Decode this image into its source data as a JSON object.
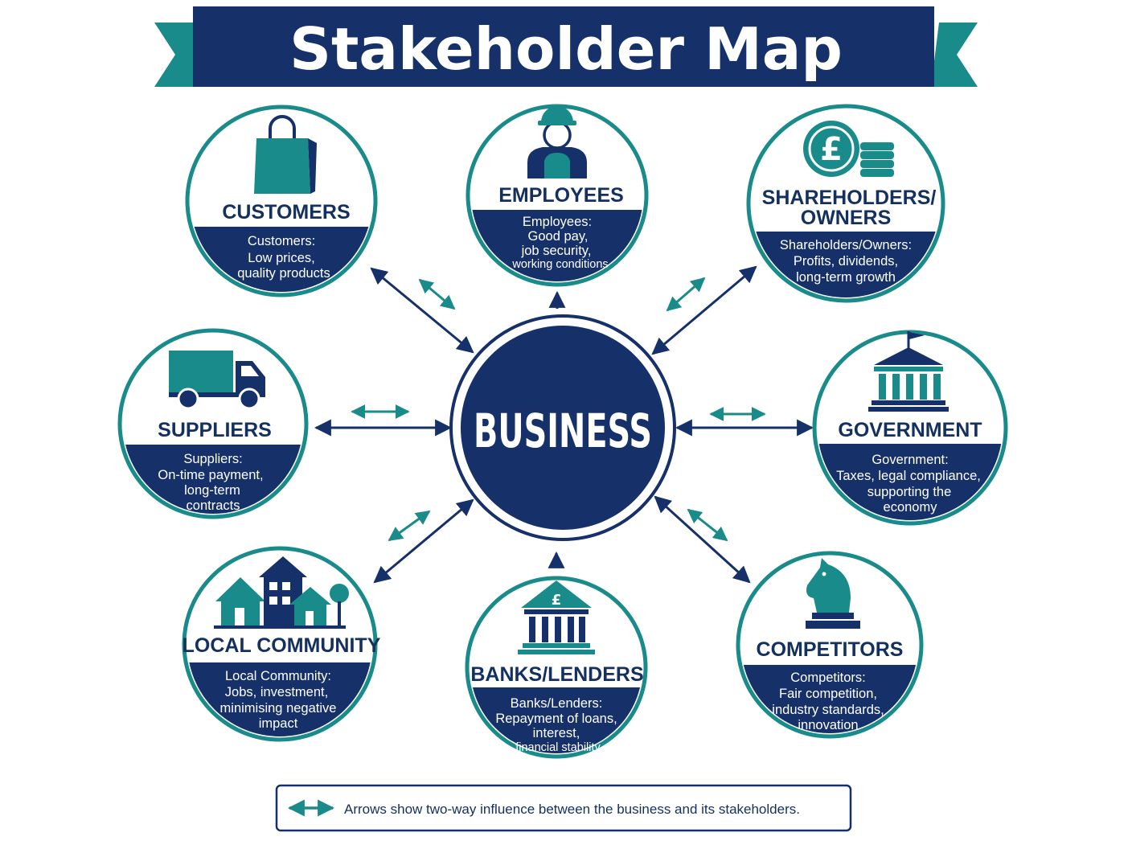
{
  "title": "Stakeholder Map",
  "center": "BUSINESS",
  "colors": {
    "navy": "#16306a",
    "teal": "#188b8a",
    "dark_text": "#13305f"
  },
  "stakeholders": [
    {
      "id": "customers",
      "icon": "shopping-bag-icon",
      "title": [
        "CUSTOMERS"
      ],
      "desc": [
        "Customers:",
        "Low prices,",
        "quality products"
      ]
    },
    {
      "id": "employees",
      "icon": "worker-icon",
      "title": [
        "EMPLOYEES"
      ],
      "desc": [
        "Employees:",
        "Good pay,",
        "job security,",
        "working conditions"
      ]
    },
    {
      "id": "shareholders",
      "icon": "pound-coins-icon",
      "title": [
        "SHAREHOLDERS/",
        "OWNERS"
      ],
      "desc": [
        "Shareholders/Owners:",
        "Profits, dividends,",
        "long-term growth"
      ]
    },
    {
      "id": "suppliers",
      "icon": "delivery-truck-icon",
      "title": [
        "SUPPLIERS"
      ],
      "desc": [
        "Suppliers:",
        "On-time payment,",
        "long-term",
        "contracts"
      ]
    },
    {
      "id": "government",
      "icon": "government-building-icon",
      "title": [
        "GOVERNMENT"
      ],
      "desc": [
        "Government:",
        "Taxes, legal compliance,",
        "supporting the",
        "economy"
      ]
    },
    {
      "id": "community",
      "icon": "houses-icon",
      "title": [
        "LOCAL COMMUNITY"
      ],
      "desc": [
        "Local Community:",
        "Jobs, investment,",
        "minimising negative",
        "impact"
      ]
    },
    {
      "id": "banks",
      "icon": "bank-icon",
      "title": [
        "BANKS/LENDERS"
      ],
      "desc": [
        "Banks/Lenders:",
        "Repayment of loans,",
        "interest,",
        "financial stability"
      ]
    },
    {
      "id": "competitors",
      "icon": "chess-knight-icon",
      "title": [
        "COMPETITORS"
      ],
      "desc": [
        "Competitors:",
        "Fair competition,",
        "industry standards,",
        "innovation"
      ]
    }
  ],
  "legend": {
    "icon": "two-way-arrow-icon",
    "text": "Arrows show two-way influence between the business and its stakeholders."
  }
}
